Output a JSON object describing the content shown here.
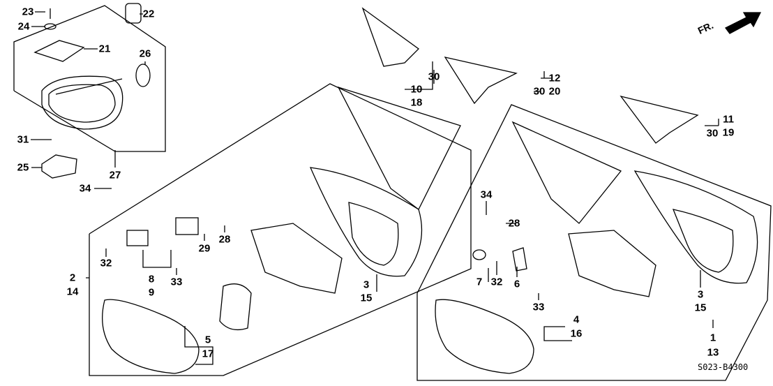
{
  "title": "Honda door mirror / rearview mirror parts diagram",
  "direction_label": "FR.",
  "diagram_code": "S023-B4300",
  "callouts": [
    {
      "id": "c23",
      "text": "23"
    },
    {
      "id": "c24",
      "text": "24"
    },
    {
      "id": "c22",
      "text": "22"
    },
    {
      "id": "c21",
      "text": "21"
    },
    {
      "id": "c26",
      "text": "26"
    },
    {
      "id": "c31",
      "text": "31"
    },
    {
      "id": "c25",
      "text": "25"
    },
    {
      "id": "c27",
      "text": "27"
    },
    {
      "id": "c34a",
      "text": "34"
    },
    {
      "id": "c32a",
      "text": "32"
    },
    {
      "id": "c2",
      "text": "2"
    },
    {
      "id": "c14",
      "text": "14"
    },
    {
      "id": "c8",
      "text": "8"
    },
    {
      "id": "c9",
      "text": "9"
    },
    {
      "id": "c29",
      "text": "29"
    },
    {
      "id": "c28a",
      "text": "28"
    },
    {
      "id": "c33a",
      "text": "33"
    },
    {
      "id": "c5",
      "text": "5"
    },
    {
      "id": "c17",
      "text": "17"
    },
    {
      "id": "c3a",
      "text": "3"
    },
    {
      "id": "c15a",
      "text": "15"
    },
    {
      "id": "c10",
      "text": "10"
    },
    {
      "id": "c18",
      "text": "18"
    },
    {
      "id": "c30a",
      "text": "30"
    },
    {
      "id": "c12",
      "text": "12"
    },
    {
      "id": "c20",
      "text": "20"
    },
    {
      "id": "c30b",
      "text": "30"
    },
    {
      "id": "c11",
      "text": "11"
    },
    {
      "id": "c19",
      "text": "19"
    },
    {
      "id": "c30c",
      "text": "30"
    },
    {
      "id": "c34b",
      "text": "34"
    },
    {
      "id": "c28b",
      "text": "28"
    },
    {
      "id": "c7",
      "text": "7"
    },
    {
      "id": "c32b",
      "text": "32"
    },
    {
      "id": "c6",
      "text": "6"
    },
    {
      "id": "c33b",
      "text": "33"
    },
    {
      "id": "c4",
      "text": "4"
    },
    {
      "id": "c16",
      "text": "16"
    },
    {
      "id": "c3b",
      "text": "3"
    },
    {
      "id": "c15b",
      "text": "15"
    },
    {
      "id": "c1",
      "text": "1"
    },
    {
      "id": "c13",
      "text": "13"
    }
  ]
}
